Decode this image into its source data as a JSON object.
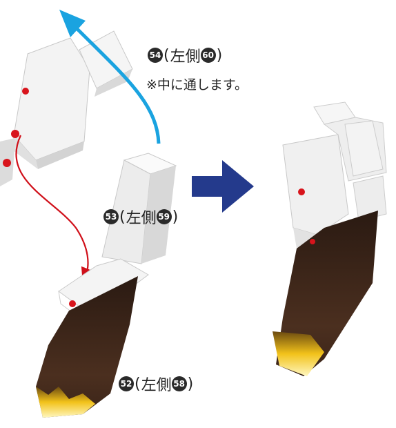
{
  "labels": {
    "part54": {
      "num": "54",
      "open": "(",
      "text": "左側",
      "num2": "60",
      "close": ")"
    },
    "note": "※中に通します。",
    "part53": {
      "num": "53",
      "open": "(",
      "text": "左側",
      "num2": "59",
      "close": ")"
    },
    "part52": {
      "num": "52",
      "open": "(",
      "text": "左側",
      "num2": "58",
      "close": ")"
    }
  },
  "colors": {
    "paper": "#f1f1f1",
    "paper_shade": "#d6d6d6",
    "red_mark": "#d8141c",
    "blue_arrow": "#1aa3e0",
    "red_arrow": "#d0101a",
    "step_arrow": "#243a8c",
    "fur_dark": "#2b1a12",
    "fur_mid": "#4a2e1e",
    "flame_yellow": "#f2c21a"
  }
}
